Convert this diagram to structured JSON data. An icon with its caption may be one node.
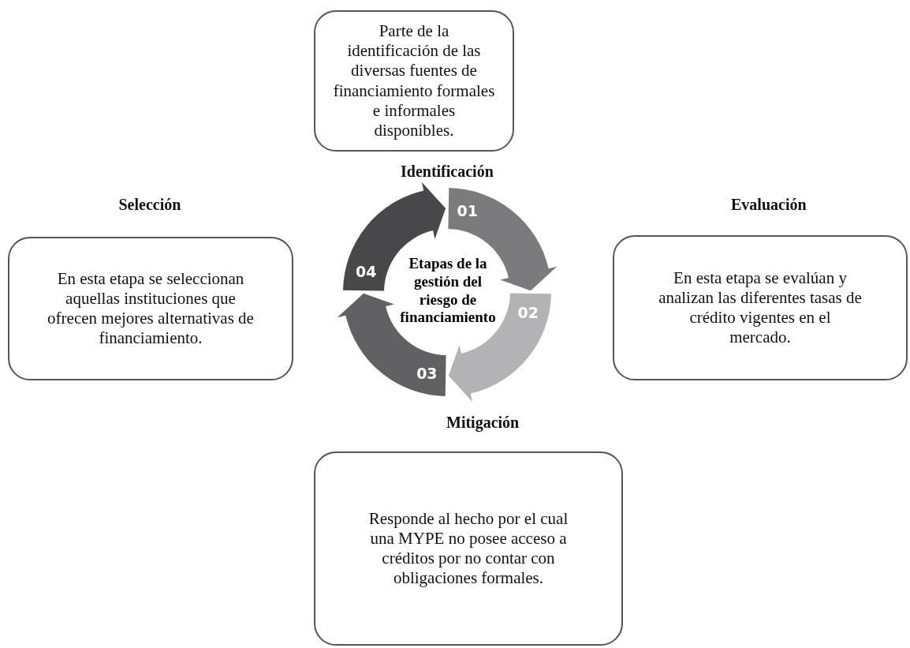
{
  "diagram": {
    "nodes": [
      {
        "text": [
          "Parte de la identificación de las diversas fuentes de financiamiento formales e informales disponibles.",
          "Identificación"
        ]
      },
      {
        "text": [
          "Selección",
          "En esta etapa se seleccionan aquellas instituciones que ofrecen mejores alternativas de financiamiento."
        ]
      },
      {
        "text": [
          "Evaluación",
          "En esta etapa se evalúan y analizan las diferentes tasas de crédito vigentes en el mercado."
        ]
      },
      {
        "text": [
          "Mitigación",
          "Responde al hecho por el cual una MYPE no posee acceso a créditos por no contar con obligaciones formales."
        ]
      },
      {
        "text": [
          "01"
        ]
      },
      {
        "text": [
          "02"
        ]
      },
      {
        "text": [
          "03"
        ]
      },
      {
        "text": [
          "04"
        ]
      }
    ],
    "labels": [
      "Etapas de la gestión del riesgo de financiamiento"
    ]
  }
}
